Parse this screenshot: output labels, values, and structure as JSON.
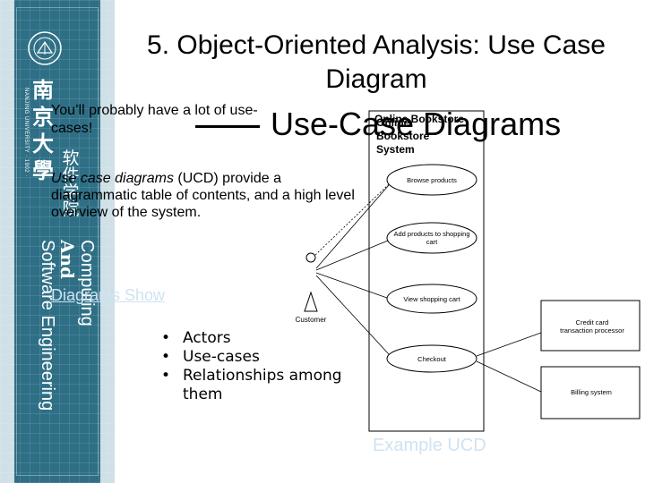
{
  "sidebar": {
    "university_name_cn": "南京大學",
    "university_name_en": "NANJING UNIVERSITY · 1902 ·",
    "school_name_cn": "软件学院",
    "dept_line1": "Computing",
    "dept_line2": "And",
    "dept_line3": "Software Engineering"
  },
  "slide": {
    "title": "5. Object-Oriented Analysis: Use Case Diagram",
    "overlay_title": "Use-Case Diagrams",
    "probably_text": "You’ll probably have a lot of use-cases!",
    "ucd_desc_em": "Use case diagrams",
    "ucd_desc_rest": " (UCD) provide a diagrammatic table of contents, and a high level overview of the system.",
    "diagrams_show": "Diagrams Show",
    "bullets": [
      "Actors",
      "Use-cases",
      "Relationships among them"
    ],
    "example_label": "Example UCD"
  },
  "diagram": {
    "system_name": "Online Bookstore System",
    "system_name_overlap": "Online Bookstore",
    "use_cases": [
      "Browse products",
      "Add products to shopping cart",
      "View shopping cart",
      "Checkout"
    ],
    "actors": {
      "customer": "Customer",
      "credit_card": "Credit card transaction processor",
      "billing": "Billing system"
    }
  }
}
